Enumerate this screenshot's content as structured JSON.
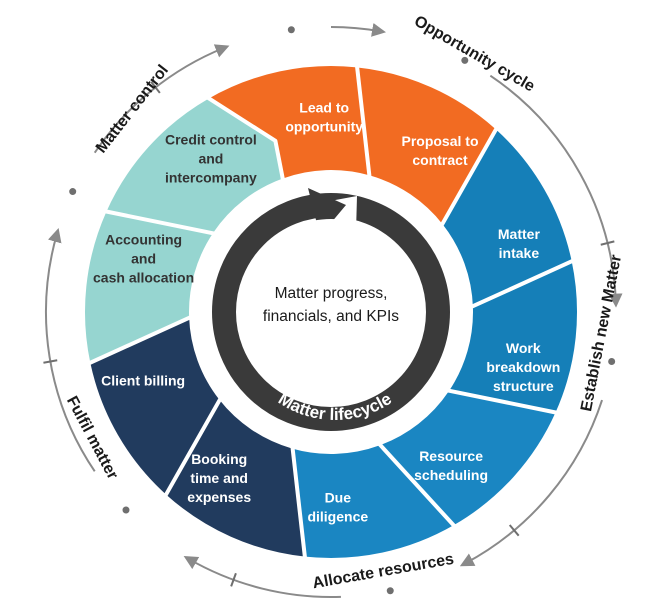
{
  "center": {
    "lines": [
      "Matter progress,",
      "financials, and KPIs"
    ],
    "ring_title": "Matter lifecycle"
  },
  "phases": [
    {
      "id": "opportunity",
      "label": "Opportunity cycle"
    },
    {
      "id": "establish",
      "label": "Establish new Matter"
    },
    {
      "id": "allocate",
      "label": "Allocate resources"
    },
    {
      "id": "fulfil",
      "label": "Fulfil matter"
    },
    {
      "id": "control",
      "label": "Matter control"
    }
  ],
  "segments": [
    {
      "id": "lead",
      "lines": [
        "Lead to",
        "opportunity"
      ],
      "color": "#f26b22"
    },
    {
      "id": "proposal",
      "lines": [
        "Proposal to",
        "contract"
      ],
      "color": "#f26b22"
    },
    {
      "id": "intake",
      "lines": [
        "Matter",
        "intake"
      ],
      "color": "#157fb8"
    },
    {
      "id": "wbs",
      "lines": [
        "Work",
        "breakdown",
        "structure"
      ],
      "color": "#157fb8"
    },
    {
      "id": "scheduling",
      "lines": [
        "Resource",
        "scheduling"
      ],
      "color": "#1a86c2"
    },
    {
      "id": "diligence",
      "lines": [
        "Due",
        "diligence"
      ],
      "color": "#1a86c2"
    },
    {
      "id": "booking",
      "lines": [
        "Booking",
        "time and",
        "expenses"
      ],
      "color": "#213b5e"
    },
    {
      "id": "billing",
      "lines": [
        "Client billing"
      ],
      "color": "#213b5e"
    },
    {
      "id": "accounting",
      "lines": [
        "Accounting",
        "and",
        "cash allocation"
      ],
      "color": "#96d5d0"
    },
    {
      "id": "credit",
      "lines": [
        "Credit control",
        "and",
        "intercompany"
      ],
      "color": "#96d5d0"
    }
  ],
  "colors": {
    "orange": "#f26b22",
    "blue": "#157fb8",
    "navy": "#213b5e",
    "teal": "#96d5d0",
    "ring": "#3a3a3a",
    "outer_ring": "#8a8a8a"
  }
}
